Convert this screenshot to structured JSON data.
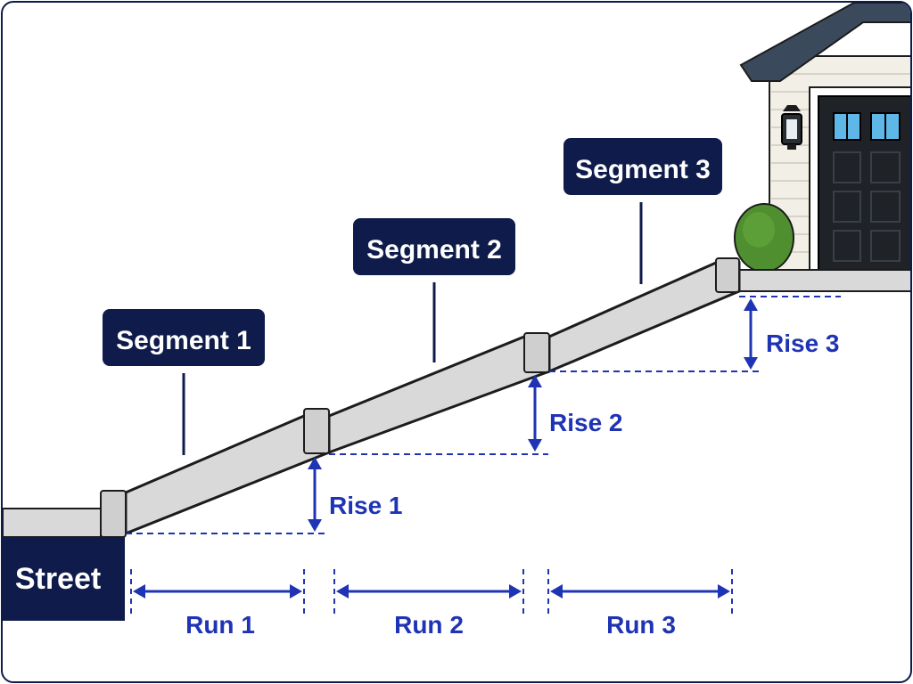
{
  "segments": [
    {
      "label": "Segment 1"
    },
    {
      "label": "Segment 2"
    },
    {
      "label": "Segment 3"
    }
  ],
  "rises": [
    {
      "label": "Rise 1"
    },
    {
      "label": "Rise 2"
    },
    {
      "label": "Rise 3"
    }
  ],
  "runs": [
    {
      "label": "Run 1"
    },
    {
      "label": "Run 2"
    },
    {
      "label": "Run 3"
    }
  ],
  "street": {
    "label": "Street"
  },
  "colors": {
    "navy": "#0f1b4a",
    "dimension_blue": "#1f33b5",
    "concrete": "#d9d9d9",
    "concrete_edge": "#1c1c1c",
    "house_siding": "#f2efe6",
    "garage_door": "#1f2328",
    "window_glass": "#5fb7e8",
    "shrub": "#4f8f2f"
  }
}
